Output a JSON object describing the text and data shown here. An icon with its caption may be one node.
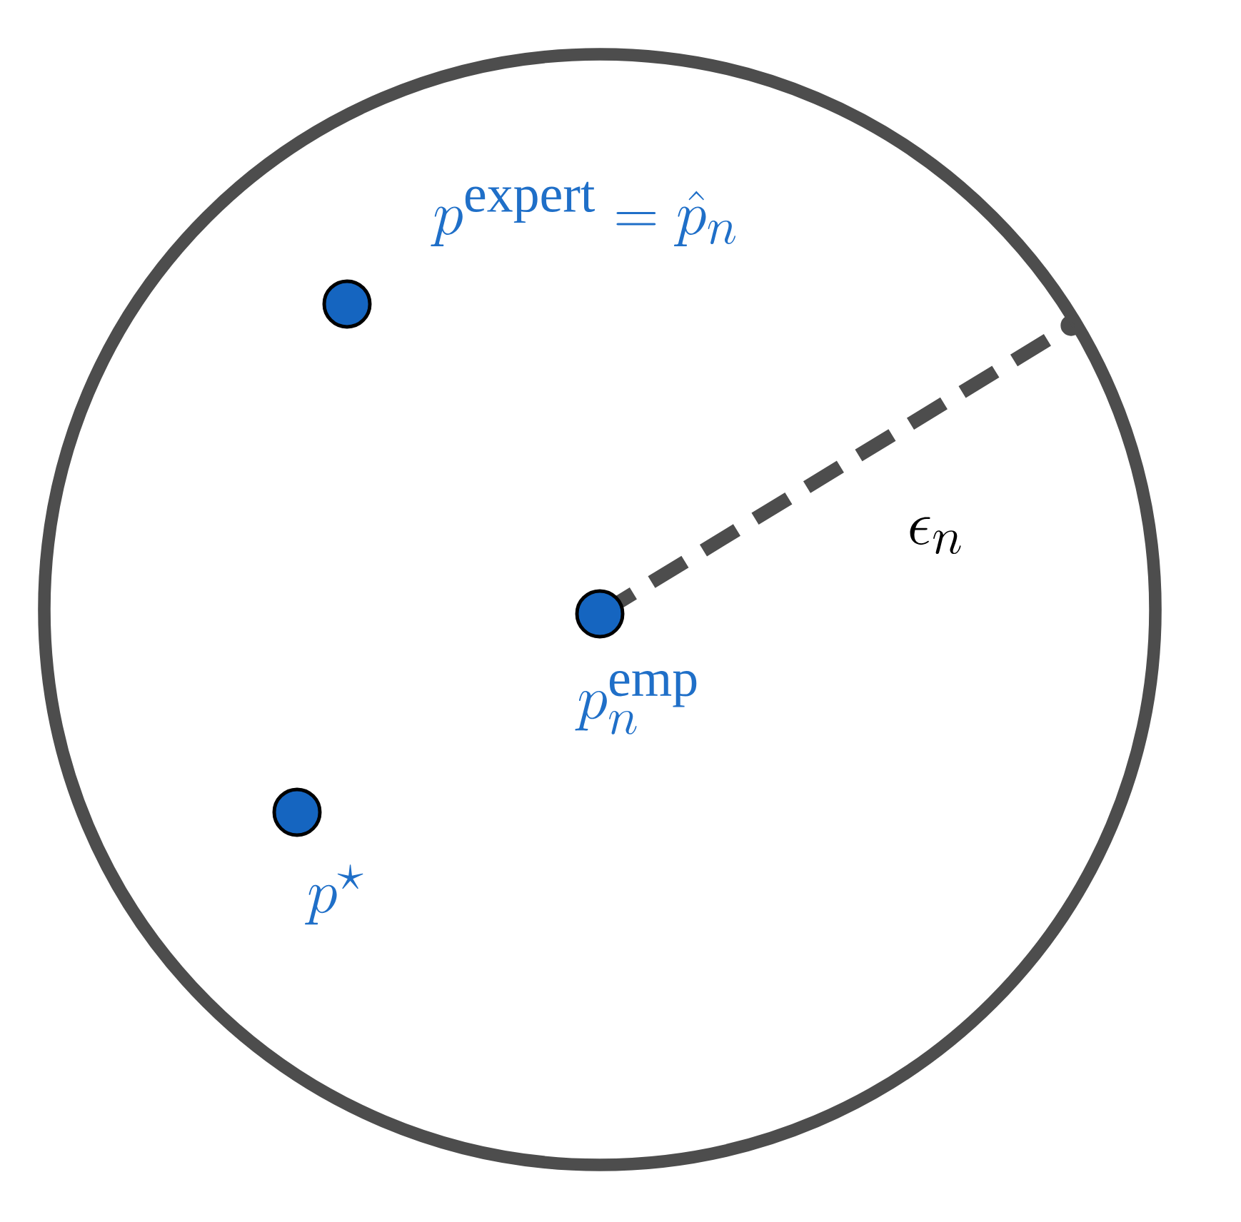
{
  "diagram": {
    "nodes": [
      {
        "text": [],
        "shape": "circle"
      },
      {
        "text": [],
        "shape": "circle",
        "in": 0,
        "beside": [
          "p^{\\mathrm{expert}} = \\hat{p}_n"
        ]
      },
      {
        "text": [],
        "shape": "circle",
        "in": 0,
        "beside": [
          "p_n^{\\mathrm{emp}}"
        ]
      },
      {
        "text": [],
        "shape": "circle",
        "in": 0,
        "beside": [
          "p^{\\star}"
        ]
      }
    ],
    "labels": [
      "\\epsilon_n"
    ]
  }
}
